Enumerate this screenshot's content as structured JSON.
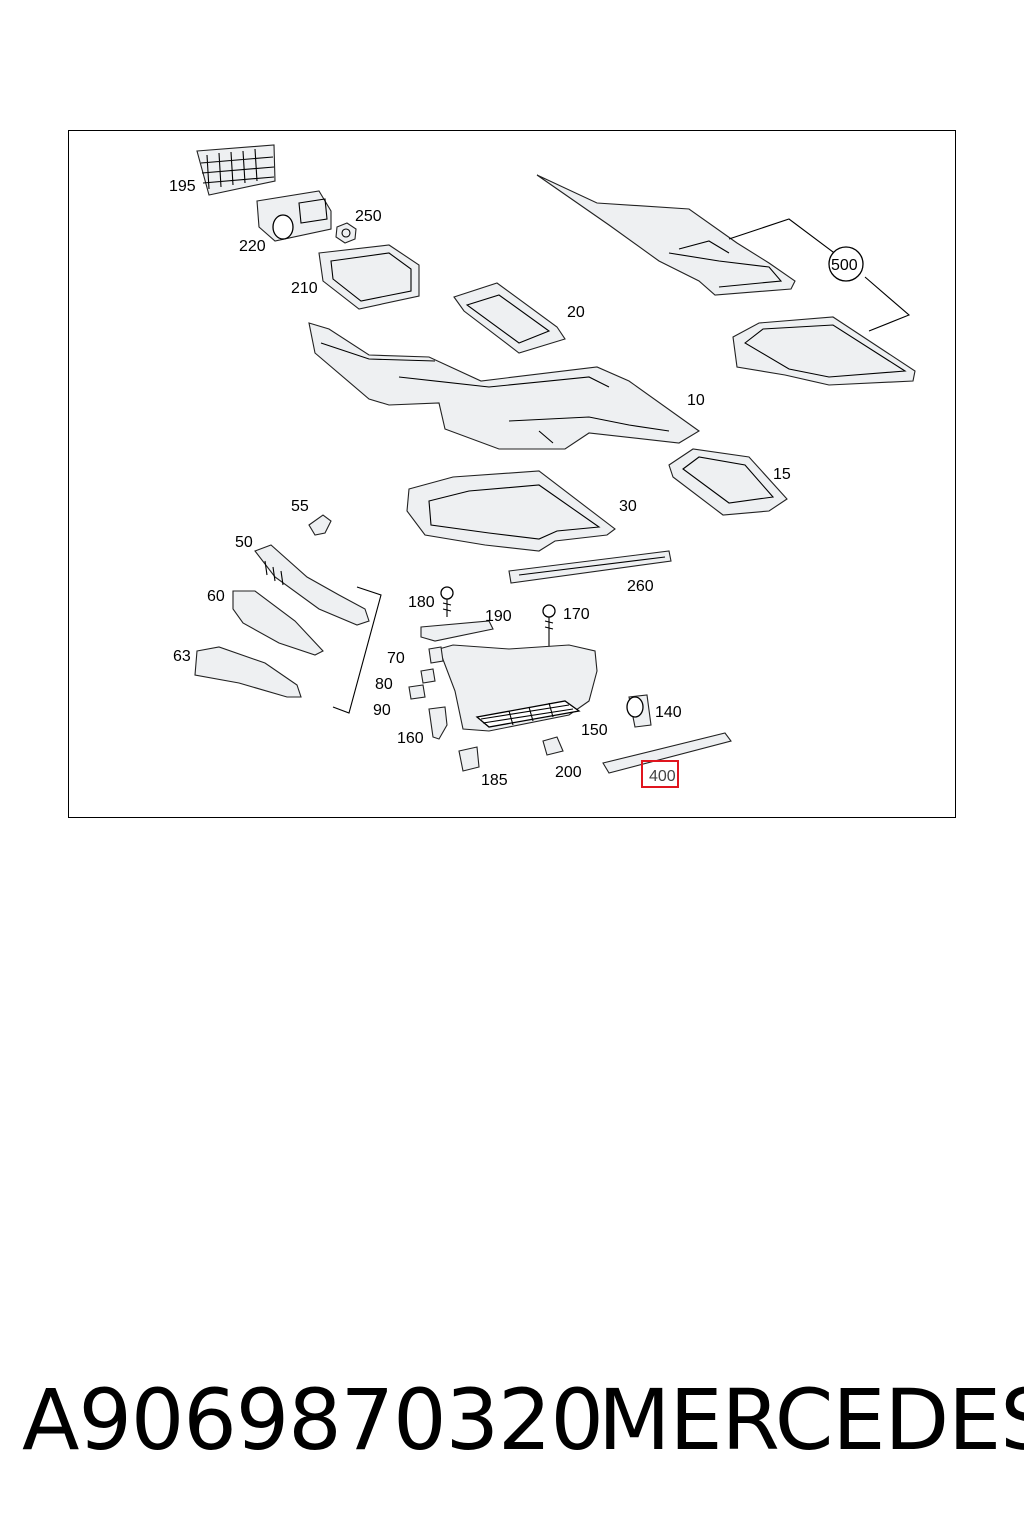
{
  "diagram": {
    "callouts": [
      "195",
      "220",
      "250",
      "210",
      "20",
      "500",
      "10",
      "15",
      "55",
      "30",
      "50",
      "260",
      "60",
      "180",
      "190",
      "170",
      "63",
      "70",
      "80",
      "90",
      "160",
      "140",
      "150",
      "185",
      "200",
      "400"
    ],
    "highlighted_callout": "400",
    "highlight_color": "#e0151e"
  },
  "footer": {
    "part_number": "A9069870320",
    "brand": "MERCEDES"
  }
}
